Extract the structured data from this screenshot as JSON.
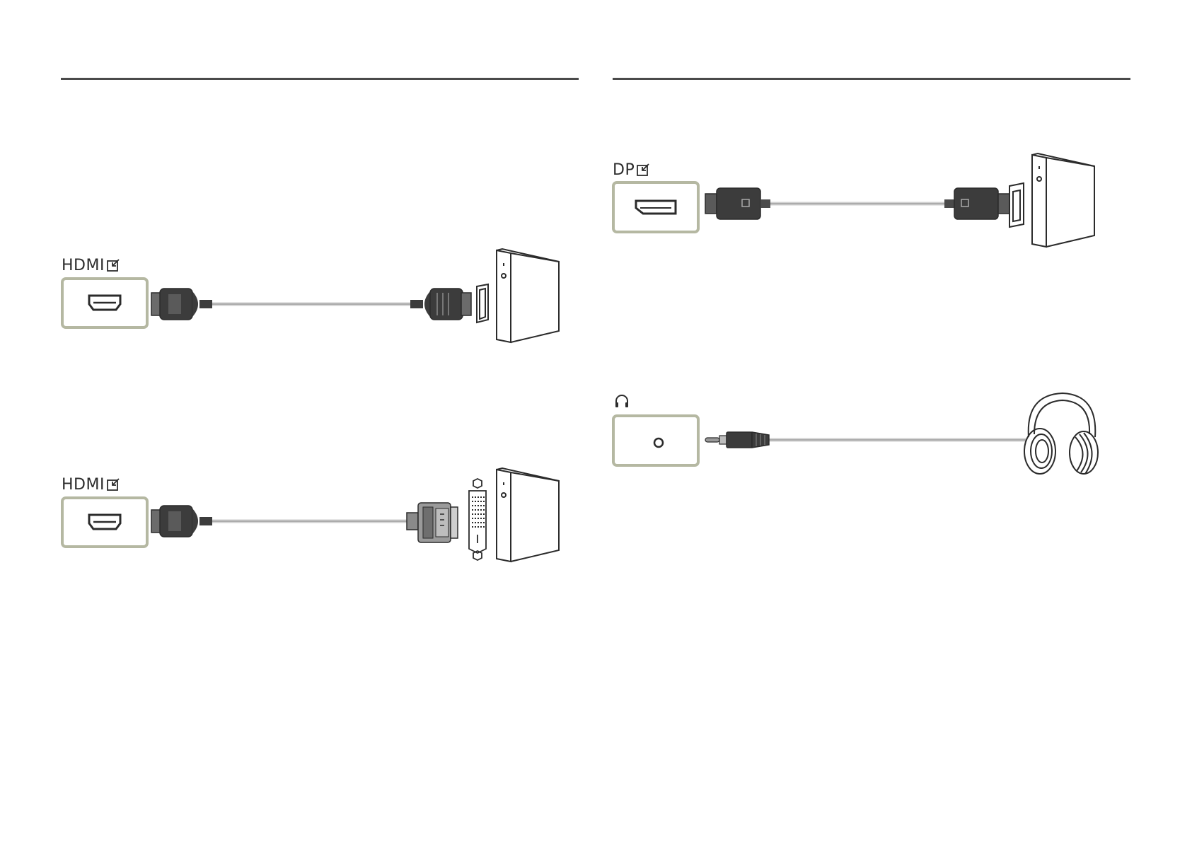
{
  "sections": [
    {
      "id": "hdmi-to-hdmi",
      "port_label": "HDMI",
      "port_icon": "input-arrow-icon",
      "port_type": "hdmi",
      "device": "pc-tower-icon",
      "device_port": "hdmi"
    },
    {
      "id": "hdmi-to-dvi",
      "port_label": "HDMI",
      "port_icon": "input-arrow-icon",
      "port_type": "hdmi",
      "device": "pc-tower-icon",
      "device_port": "dvi"
    },
    {
      "id": "dp-to-dp",
      "port_label": "DP",
      "port_icon": "input-arrow-icon",
      "port_type": "displayport",
      "device": "pc-tower-icon",
      "device_port": "displayport"
    },
    {
      "id": "headphone",
      "port_label": "",
      "port_icon": "headphone-icon",
      "port_type": "audio-jack",
      "device": "headphones-icon",
      "device_port": "3.5mm"
    }
  ],
  "colors": {
    "rule": "#4a4a4a",
    "port_border": "#b5b8a2",
    "line": "#2b2b2b",
    "plug_dark": "#3c3c3c",
    "plug_mid": "#5a5a5a",
    "cable": "#cfcfcf"
  }
}
